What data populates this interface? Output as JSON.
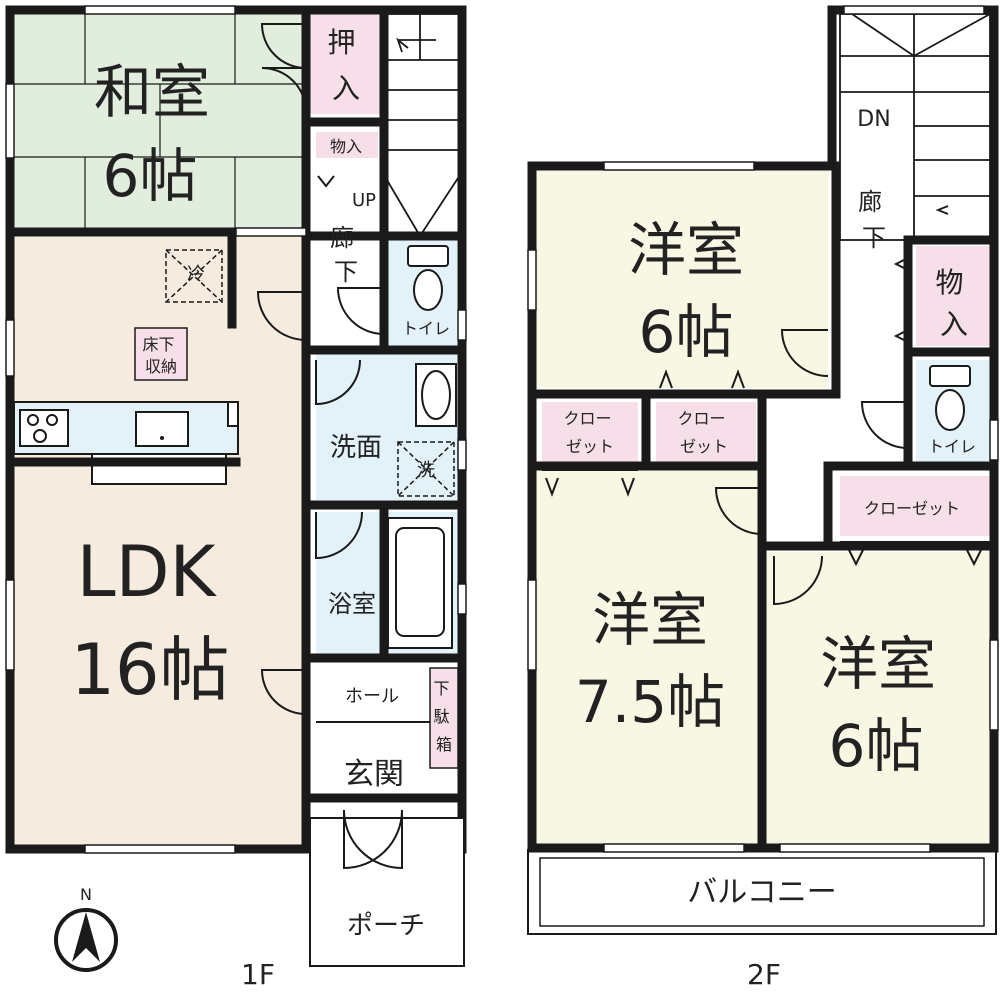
{
  "floor1": {
    "label": "1F",
    "washitsu": {
      "name": "和室",
      "size": "6帖"
    },
    "oshiire": "押\n入",
    "mono1": "物入",
    "up": "UP",
    "rouka": "廊\n下",
    "toilet": "トイレ",
    "fridge": "冷",
    "yukashita": "床下\n収納",
    "senmen": "洗面",
    "washer": "洗",
    "yokushitsu": "浴室",
    "ldk": {
      "name": "LDK",
      "size": "16帖"
    },
    "hall": "ホール",
    "getabako": "下\n駄\n箱",
    "genkan": "玄関",
    "porch": "ポーチ"
  },
  "floor2": {
    "label": "2F",
    "dn": "DN",
    "rouka": "廊\n下",
    "mono": "物\n入",
    "toilet": "トイレ",
    "yoshitsu_a": {
      "name": "洋室",
      "size": "6帖"
    },
    "closet_left": "クロー\nゼット",
    "closet_mid": "クロー\nゼット",
    "closet_right": "クローゼット",
    "yoshitsu_b": {
      "name": "洋室",
      "size": "7.5帖"
    },
    "yoshitsu_c": {
      "name": "洋室",
      "size": "6帖"
    },
    "balcony": "バルコニー"
  },
  "compass": "N",
  "colors": {
    "washitsu": "#e1eedd",
    "ldk": "#f6ebdf",
    "wet": "#e3f1f8",
    "yoshitsu": "#f8f7e4",
    "storage": "#f6dfe8",
    "wall": "#1a1a1a"
  }
}
